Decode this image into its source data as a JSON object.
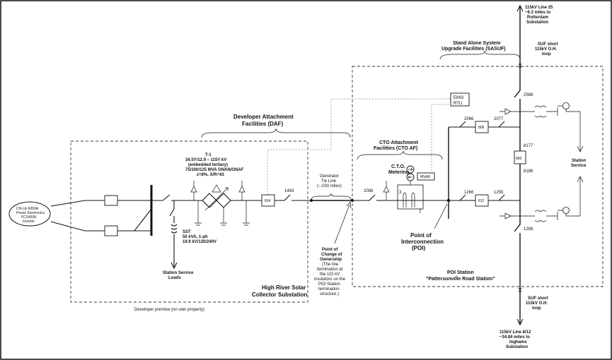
{
  "line_top": [
    "115kV Line 25",
    "~6.3 miles to",
    "Rotterdam",
    "Substation"
  ],
  "sasuf": [
    "Stand Alone System",
    "Upgrade Facilities (SASUF)"
  ],
  "suf_top": [
    "SUF short",
    "115kV O.H.",
    "loop"
  ],
  "ems": [
    "EMS/",
    "RTU"
  ],
  "daf": [
    "Developer Attachment",
    "Facilities (DAF)"
  ],
  "t1": [
    "T-1",
    "34.5Y/12.9 – 115Y kV",
    "(embedded tertiary)",
    "75/100/125 MVA ONAN/ONAF",
    "z=8%, X/R=43"
  ],
  "inverter": [
    "CN-LE-6000A",
    "Power Electronics",
    "FCS450K",
    "Inverter"
  ],
  "sst": [
    "SST",
    "50 kVA, 1-ph",
    "19.9 kV/120/240V"
  ],
  "station_service_loads": [
    "Station Service",
    "Loads"
  ],
  "gen_tie": [
    "Generator",
    "Tie Line",
    "(~.030 miles)"
  ],
  "cto_af": [
    "CTO Attachment",
    "Facilities (CTO AF)"
  ],
  "cto_metering": [
    "C.T.O.",
    "Metering"
  ],
  "mvar_label": "MVAR",
  "poi": [
    "Point of",
    "Interconnection",
    "(POI)"
  ],
  "change_ownership": [
    "Point of",
    "Change of",
    "Ownership",
    "(The line",
    "termination at",
    "the 115 kV",
    "insulators on the",
    "POI Station",
    "termination",
    "structure.)"
  ],
  "poi_station": [
    "POI Station",
    "\"Pattersonville Road Station\""
  ],
  "high_river": [
    "High River Solar",
    "Collector Substation"
  ],
  "developer_premise": "Developer premise (on own property)",
  "station_service": [
    "Station",
    "Service"
  ],
  "suf_bottom": [
    "SUF short",
    "115kV O.H.",
    "loop"
  ],
  "line_bottom": [
    "115kV Line 8/12",
    "~34.84 miles to",
    "Inghams",
    "Substation"
  ],
  "breakers": {
    "b814": "814",
    "b812": "812",
    "b808": "808",
    "b800": "800"
  },
  "switches": {
    "s1493": "1493",
    "s2088": "2088",
    "s2066": "2066",
    "s2077": "2077",
    "s1266": "1266",
    "s1255": "1255",
    "s2588": "2588",
    "s8177": "8177",
    "s8188": "8188",
    "s1288": "1288"
  },
  "ct_nums": [
    "2",
    "3"
  ]
}
